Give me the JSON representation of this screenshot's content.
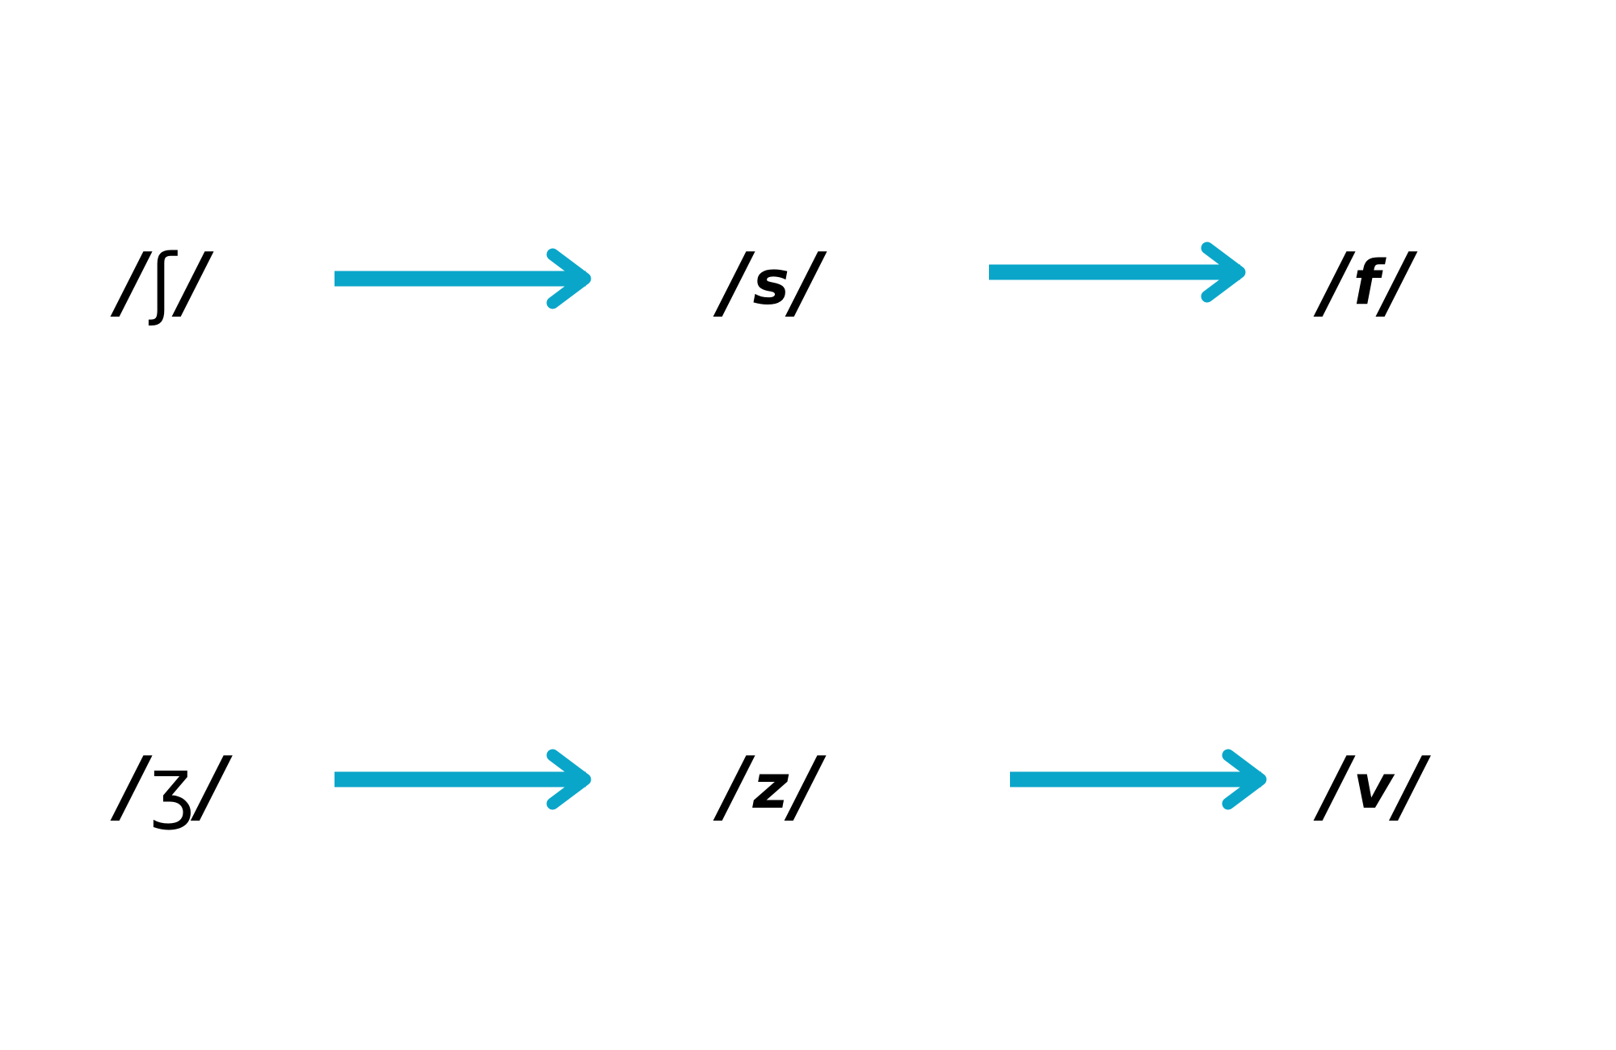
{
  "diagram": {
    "arrow_color": "#0aa6c9",
    "rows": [
      {
        "from": {
          "symbol": "ʃ"
        },
        "middle": {
          "symbol": "s"
        },
        "to": {
          "symbol": "f"
        }
      },
      {
        "from": {
          "symbol": "ʒ"
        },
        "middle": {
          "symbol": "z"
        },
        "to": {
          "symbol": "v"
        }
      }
    ],
    "slash": "/"
  }
}
